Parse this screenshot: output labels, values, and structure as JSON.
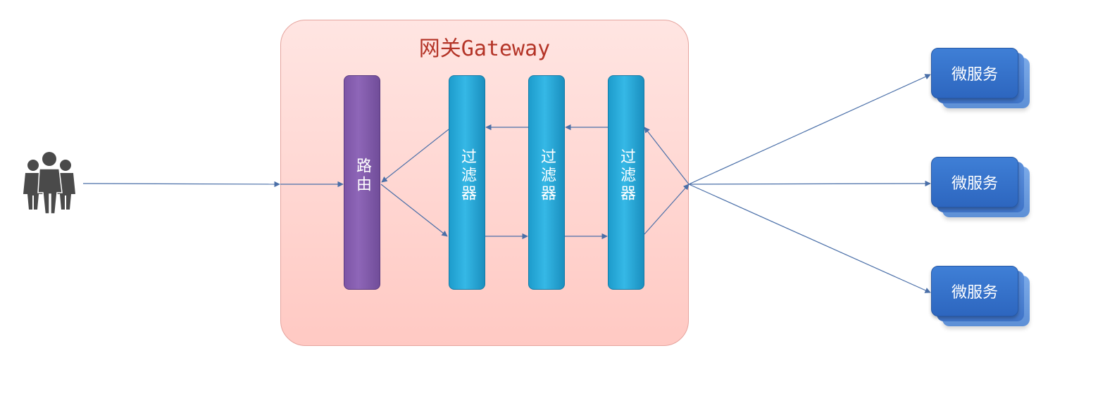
{
  "gateway": {
    "title": "网关Gateway"
  },
  "router": {
    "label": "路由"
  },
  "filters": [
    {
      "label": "过滤器"
    },
    {
      "label": "过滤器"
    },
    {
      "label": "过滤器"
    }
  ],
  "services": [
    {
      "label": "微服务"
    },
    {
      "label": "微服务"
    },
    {
      "label": "微服务"
    }
  ],
  "colors": {
    "gateway_fill": "#ffd6d1",
    "gateway_title": "#b43427",
    "router": "#8462b0",
    "filter": "#2bb0e0",
    "service": "#3572cc",
    "arrow": "#4a6fa8",
    "users_icon": "#4a4a4a"
  },
  "icons": {
    "users": "users-group-icon"
  }
}
